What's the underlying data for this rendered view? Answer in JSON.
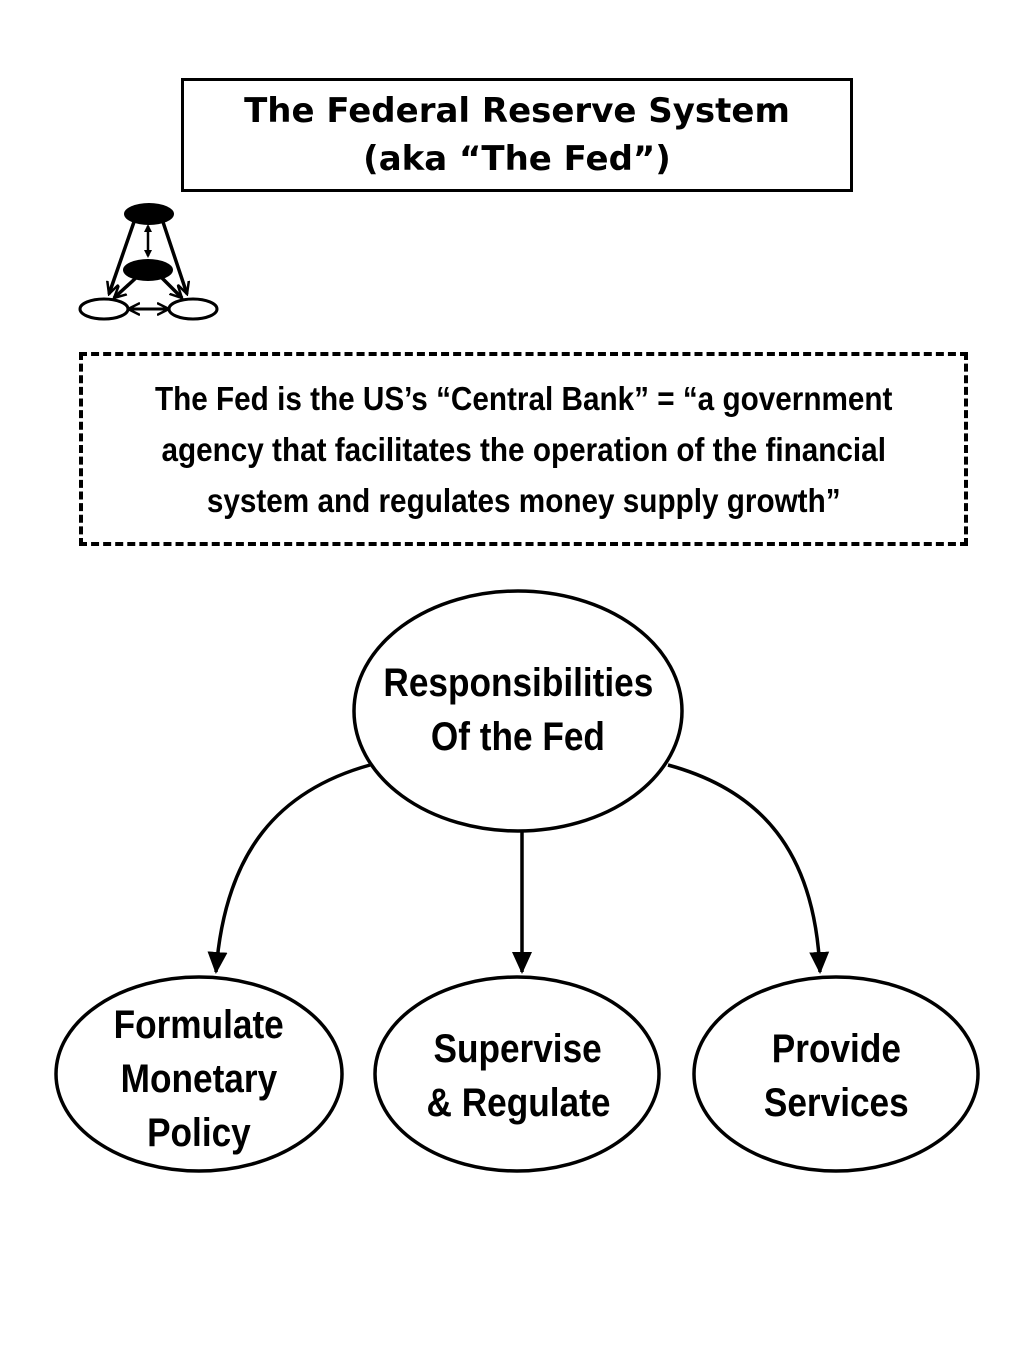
{
  "title": {
    "line1": "The Federal Reserve System",
    "line2": "(aka “The Fed”)"
  },
  "logo_icon": "fed-hierarchy-icon",
  "definition": {
    "line1": "The Fed is the US’s “Central Bank” = “a government",
    "line2": "agency that facilitates the operation of the financial",
    "line3": "system and regulates money supply growth”"
  },
  "diagram": {
    "root": {
      "line1": "Responsibilities",
      "line2": "Of the Fed"
    },
    "children": [
      {
        "line1": "Formulate",
        "line2": "Monetary",
        "line3": "Policy"
      },
      {
        "line1": "Supervise",
        "line2": "& Regulate"
      },
      {
        "line1": "Provide",
        "line2": "Services"
      }
    ]
  },
  "colors": {
    "stroke": "#000000",
    "background": "#ffffff"
  }
}
